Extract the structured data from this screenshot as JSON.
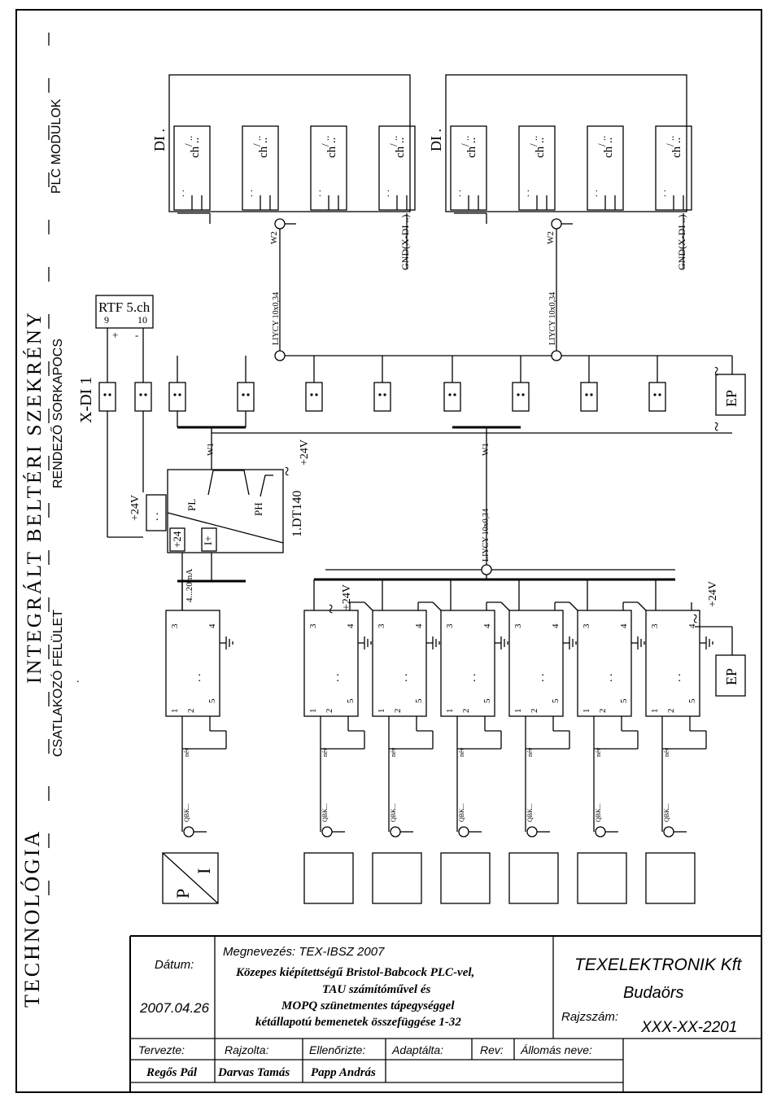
{
  "side_labels": {
    "technologia": "TECHNOLÓGIA",
    "integralt": "INTEGRÁLT BELTÉRI SZEKRÉNY",
    "plc_modulok": "PLC MODULOK",
    "csatlakozo": "CSATLAKOZÓ FELÜLET",
    "rendezo": "RENDEZŐ SORKAPOCS",
    "x_di": "X-DI 1",
    "dot": "."
  },
  "rtf": {
    "title": "RTF 5.ch",
    "pin_a": "9",
    "pin_b": "10",
    "plus": "+",
    "minus": "-"
  },
  "di_group": {
    "title": "DI .",
    "dots": ". .",
    "ch": "ch ..",
    "slash": "/ ..",
    "count": 4
  },
  "wires": {
    "w1": "W1",
    "w2": "W2",
    "cable": "LIYCY 10x0,34",
    "gnd": "GND(X-DI ..)",
    "plus24": "+24V",
    "dt": "1.DT140",
    "tilde": "~"
  },
  "converter": {
    "current": "4...20mA",
    "plus24": "+24",
    "i_plus": "I+",
    "pl": "PL",
    "ph": "PH",
    "dots": ". ."
  },
  "transmitter": {
    "pins": [
      "1",
      "2",
      "3",
      "4",
      "5"
    ],
    "dots": ". .",
    "nev": "név",
    "qbk": "QBK..."
  },
  "pi": {
    "p": "P",
    "i": "I"
  },
  "ep": "EP",
  "title_block": {
    "datum_label": "Dátum:",
    "datum_value": "2007.04.26",
    "megnevezes": "Megnevezés: TEX-IBSZ 2007",
    "desc": [
      "Közepes kiépítettségű Bristol-Babcock PLC-vel,",
      "TAU számítóművel és",
      "MOPQ szünetmentes tápegységgel",
      "kétállapotú bemenetek összefüggése 1-32"
    ],
    "company": "TEXELEKTRONIK Kft",
    "city": "Budaörs",
    "rajzszam_label": "Rajzszám:",
    "rajzszam_value": "XXX-XX-2201",
    "tervezte_label": "Tervezte:",
    "tervezte_value": "Regős Pál",
    "rajzolta_label": "Rajzolta:",
    "rajzolta_value": "Darvas Tamás",
    "ellenorizte_label": "Ellenőrizte:",
    "ellenorizte_value": "Papp András",
    "adaptalta_label": "Adaptálta:",
    "rev_label": "Rev:",
    "allomas_label": "Állomás neve:"
  }
}
